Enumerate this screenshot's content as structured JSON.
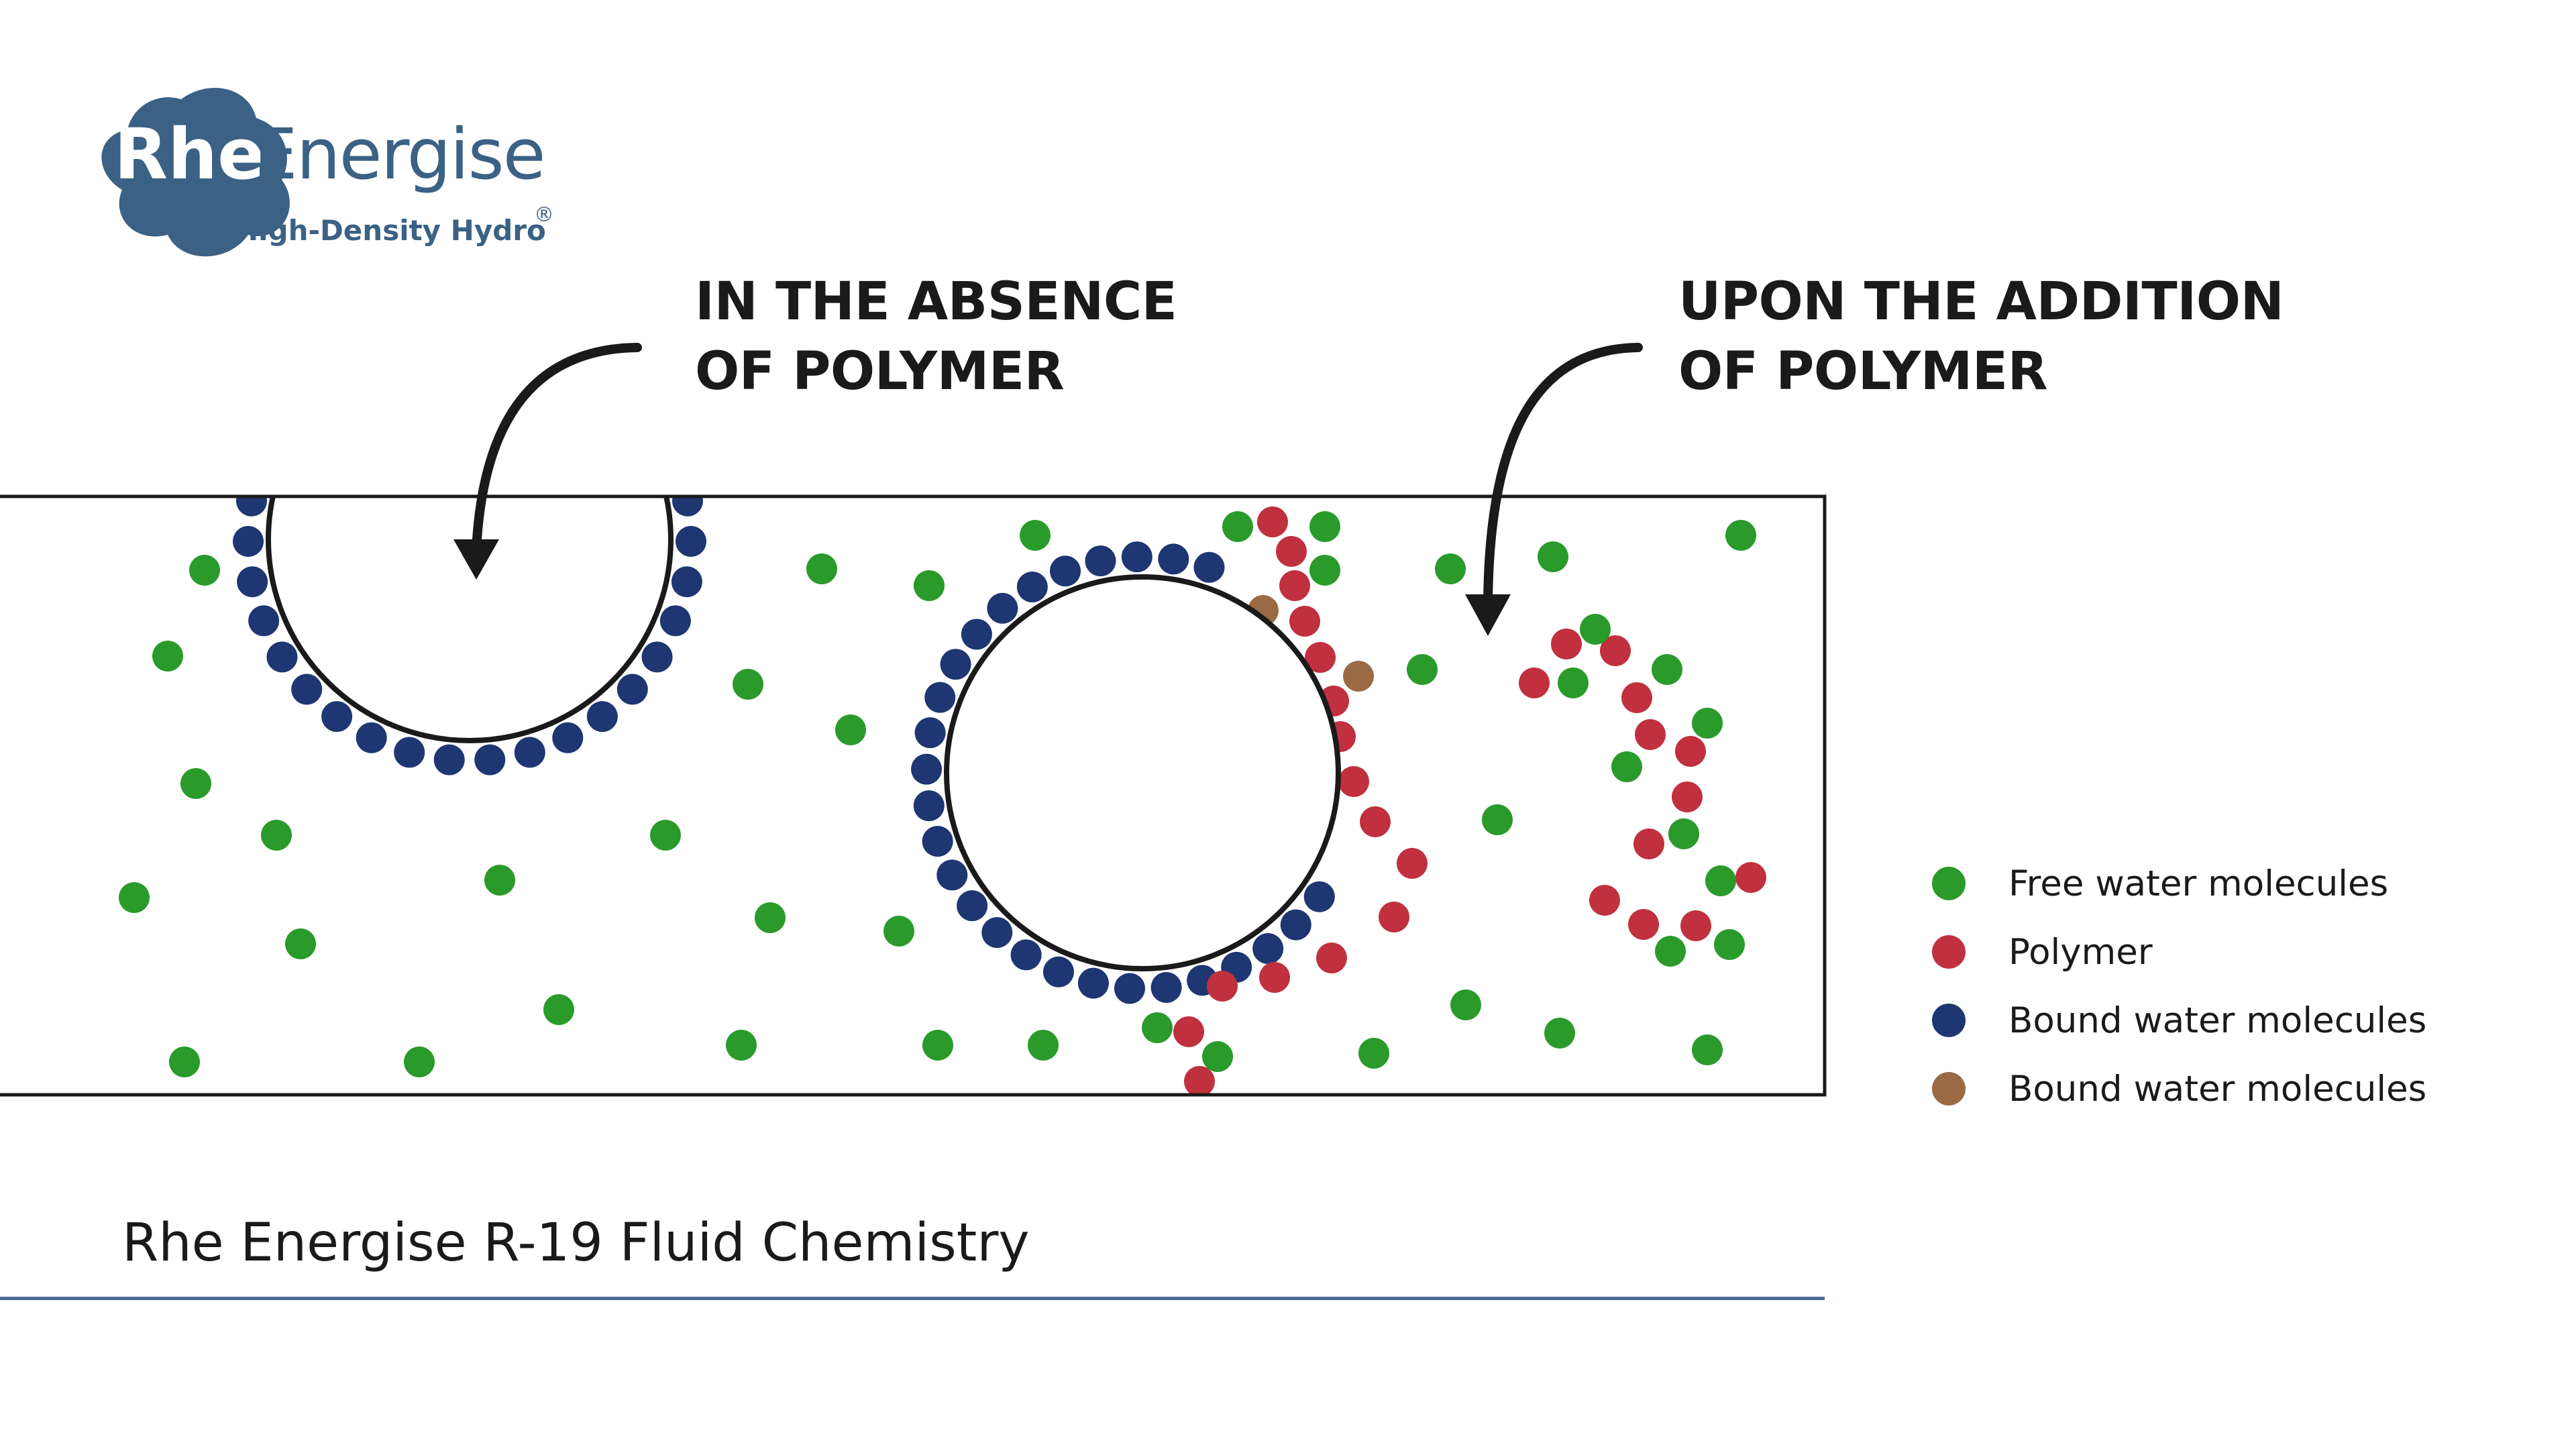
{
  "logo": {
    "brand_short": "Rhe",
    "brand_rest": "Energise",
    "tagline": "High-Density Hydro",
    "registered_mark": "®",
    "color": "#3b6185"
  },
  "headings": {
    "left_line1": "IN THE ABSENCE",
    "left_line2": "OF POLYMER",
    "right_line1": "UPON THE ADDITION",
    "right_line2": "OF POLYMER"
  },
  "colors": {
    "free_water": "#2a9a2a",
    "polymer": "#c0303e",
    "bound_water_blue": "#1e3672",
    "bound_water_brown": "#9a6a44",
    "outline": "#1a1a1a",
    "rule": "#4a6a94"
  },
  "legend": [
    {
      "label": "Free water molecules",
      "color": "#2a9a2a"
    },
    {
      "label": "Polymer",
      "color": "#c0303e"
    },
    {
      "label": "Bound water molecules",
      "color": "#1e3672"
    },
    {
      "label": "Bound water molecules",
      "color": "#9a6a44"
    }
  ],
  "caption": "Rhe Energise R-19 Fluid Chemistry",
  "icons": {
    "arrow_left": "curved-arrow-down-icon",
    "arrow_right": "curved-arrow-down-icon"
  }
}
